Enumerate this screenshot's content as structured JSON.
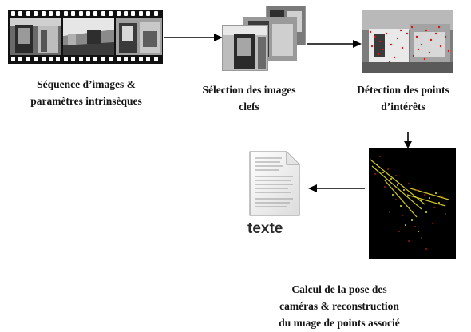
{
  "steps": [
    {
      "id": "sequence",
      "caption": "Séquence d’images &\nparamètres intrinsèques"
    },
    {
      "id": "keyframes",
      "caption": "Sélection des images\nclefs"
    },
    {
      "id": "detection",
      "caption": "Détection des points\nd’intérêts"
    },
    {
      "id": "pose",
      "caption": "Calcul de la pose des\ncaméras & reconstruction\ndu nuage de points  associé"
    }
  ],
  "document": {
    "label": "texte",
    "icon": "text-document-icon"
  },
  "colors": {
    "arrow": "#000000",
    "film": "#111111",
    "points_yellow": "#e8e020",
    "points_red": "#c81e1e"
  }
}
